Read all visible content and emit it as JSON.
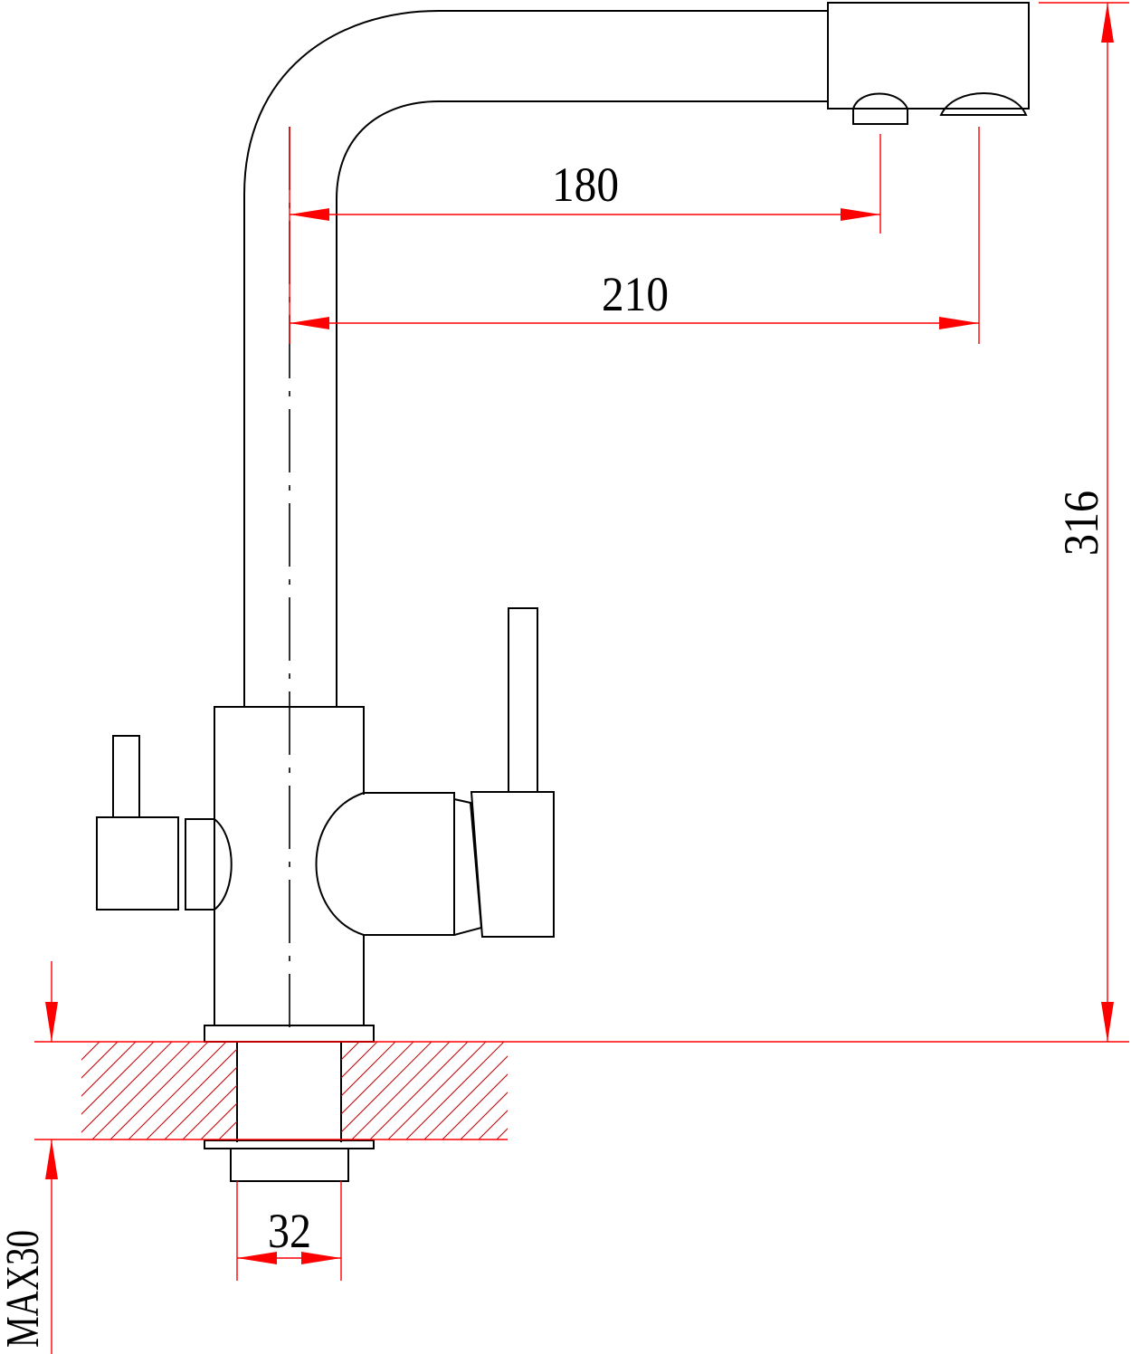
{
  "dimensions": {
    "spout_reach_1": "180",
    "spout_reach_2": "210",
    "total_height": "316",
    "shank_diameter": "32",
    "max_countertop": "MAX30"
  },
  "colors": {
    "outline": "#000000",
    "dimension": "#ff0000",
    "hatch": "#c00000",
    "background": "#ffffff"
  }
}
